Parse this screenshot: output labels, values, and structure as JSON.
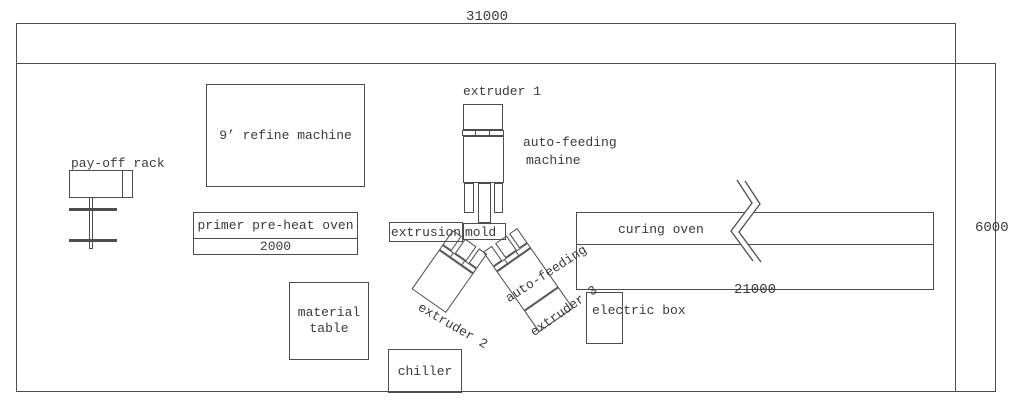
{
  "colors": {
    "line": "#4d4d4d",
    "text": "#3a3a3a",
    "background": "#ffffff"
  },
  "dimensions": {
    "overall_width": "31000",
    "overall_height": "6000",
    "curing_oven_length": "21000",
    "primer_oven_length": "2000"
  },
  "equipment": {
    "payoff_rack": {
      "label": "pay-off rack"
    },
    "refine_machine": {
      "label": "9’ refine machine"
    },
    "primer_preheat_oven": {
      "label": "primer pre-heat oven"
    },
    "material_table": {
      "label_line1": "material",
      "label_line2": "table"
    },
    "chiller": {
      "label": "chiller"
    },
    "extrusion_mold": {
      "label_box": "extrusion",
      "label_mold": "mold"
    },
    "extruder_1": {
      "label": "extruder 1"
    },
    "auto_feeding_machine": {
      "label_line1": "auto-feeding",
      "label_line2": "machine"
    },
    "curing_oven": {
      "label": "curing oven"
    },
    "electric_box": {
      "label": "electric box"
    },
    "extruder_2": {
      "label": "extruder 2"
    },
    "auto_feeding_diagonal": {
      "label": "auto-feeding"
    },
    "extruder_3": {
      "label": "extruder 3"
    }
  }
}
